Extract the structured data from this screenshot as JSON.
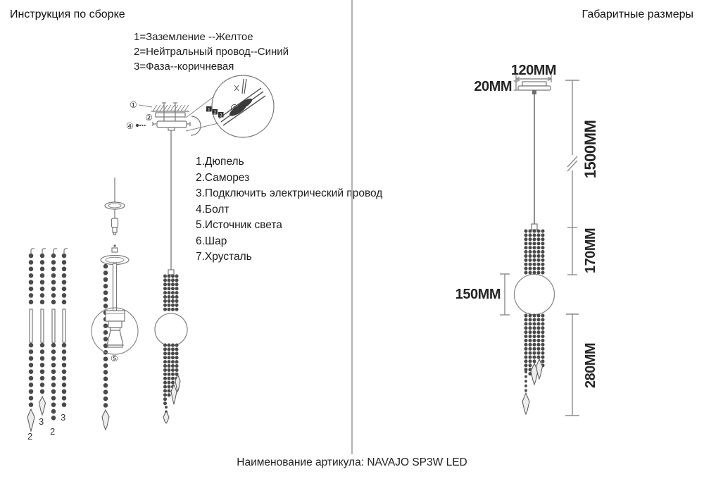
{
  "header": {
    "left": "Инструкция по сборке",
    "right": "Габаритные размеры"
  },
  "wiring_legend": {
    "lines": [
      "1=Заземление --Желтое",
      "2=Нейтральный провод--Синий",
      "3=Фаза--коричневая"
    ]
  },
  "parts_list": {
    "items": [
      "1.Дюпель",
      "2.Саморез",
      "3.Подключить электрический провод",
      "4.Болт",
      "5.Источник света",
      "6.Шар",
      "7.Хрусталь"
    ]
  },
  "assembly": {
    "step1": "①",
    "step2": "②",
    "step4": "④",
    "step5": "⑤",
    "wire_tags": [
      "1",
      "2",
      "3"
    ],
    "wire_tag_circled": "3",
    "strand_labels": [
      "2",
      "3",
      "2",
      "3"
    ]
  },
  "dimensions": {
    "canopy_width": "120MM",
    "canopy_height": "20MM",
    "cord": "1500MM",
    "upper_chain": "170MM",
    "sphere": "150MM",
    "lower_chain": "280MM"
  },
  "footer": {
    "label": "Наименование артикула: NAVAJO SP3W LED"
  },
  "colors": {
    "line": "#777777",
    "bead": "#494949",
    "divider": "#b3b3b3",
    "text": "#1c1c1c"
  }
}
